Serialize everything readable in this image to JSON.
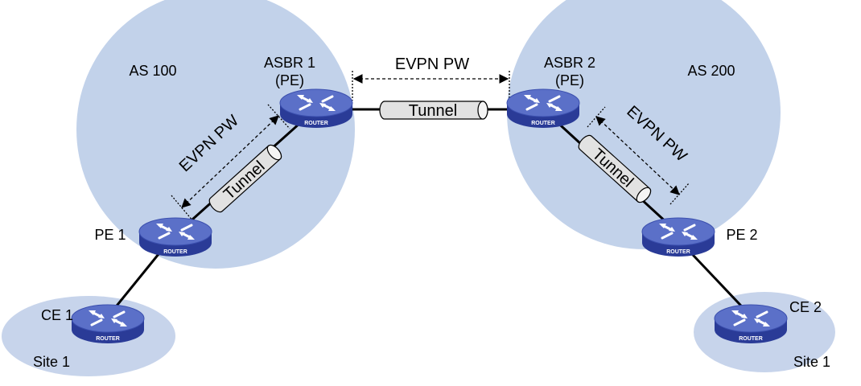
{
  "colors": {
    "as_region": "#c2d2ea",
    "site_region": "#c7d4eb",
    "router_top": "#5b70c8",
    "router_body": "#2a3b97",
    "tunnel_fill": "#e2e2e2",
    "link": "#000000"
  },
  "regions": {
    "as100": "AS 100",
    "as200": "AS 200",
    "site_left": "Site 1",
    "site_right": "Site 1"
  },
  "devices": {
    "asbr1": {
      "name": "ASBR 1",
      "role": "(PE)",
      "caption": "ROUTER",
      "icon": "router-icon"
    },
    "asbr2": {
      "name": "ASBR 2",
      "role": "(PE)",
      "caption": "ROUTER",
      "icon": "router-icon"
    },
    "pe1": {
      "name": "PE 1",
      "caption": "ROUTER",
      "icon": "router-icon"
    },
    "pe2": {
      "name": "PE 2",
      "caption": "ROUTER",
      "icon": "router-icon"
    },
    "ce1": {
      "name": "CE 1",
      "caption": "ROUTER",
      "icon": "router-icon"
    },
    "ce2": {
      "name": "CE 2",
      "caption": "ROUTER",
      "icon": "router-icon"
    }
  },
  "connections": {
    "inter_as_pw": "EVPN PW",
    "inter_as_tunnel": "Tunnel",
    "left_pw": "EVPN  PW",
    "left_tunnel": "Tunnel",
    "right_pw": "EVPN PW",
    "right_tunnel": "Tunnel"
  }
}
